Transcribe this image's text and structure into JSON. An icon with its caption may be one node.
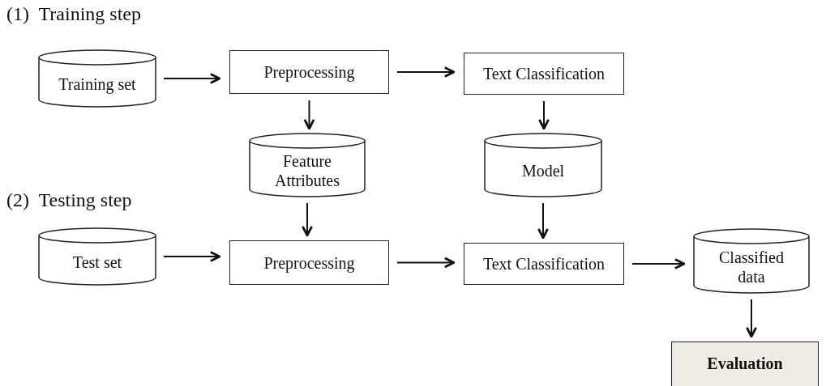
{
  "diagram": {
    "nodes": [
      {
        "text": [
          "Training set"
        ]
      },
      {
        "text": [
          "Preprocessing"
        ]
      },
      {
        "text": [
          "Text Classification"
        ]
      },
      {
        "text": [
          "Feature Attributes"
        ]
      },
      {
        "text": [
          "Model"
        ]
      },
      {
        "text": [
          "Test set"
        ]
      },
      {
        "text": [
          "Preprocessing"
        ]
      },
      {
        "text": [
          "Text Classification"
        ]
      },
      {
        "text": [
          "Classified data"
        ]
      },
      {
        "text": [
          "Evaluation"
        ]
      }
    ],
    "edges": [
      {
        "from": 0,
        "to": 1,
        "arrow": "to"
      },
      {
        "from": 1,
        "to": 2,
        "arrow": "to"
      },
      {
        "from": 1,
        "to": 3,
        "arrow": "to"
      },
      {
        "from": 2,
        "to": 4,
        "arrow": "to"
      },
      {
        "from": 3,
        "to": 6,
        "arrow": "to"
      },
      {
        "from": 4,
        "to": 7,
        "arrow": "to"
      },
      {
        "from": 5,
        "to": 6,
        "arrow": "to"
      },
      {
        "from": 6,
        "to": 7,
        "arrow": "to"
      },
      {
        "from": 7,
        "to": 8,
        "arrow": "to"
      },
      {
        "from": 8,
        "to": 9,
        "arrow": "to"
      }
    ],
    "labels": [
      "(1)  Training step",
      "(2)  Testing step"
    ]
  }
}
